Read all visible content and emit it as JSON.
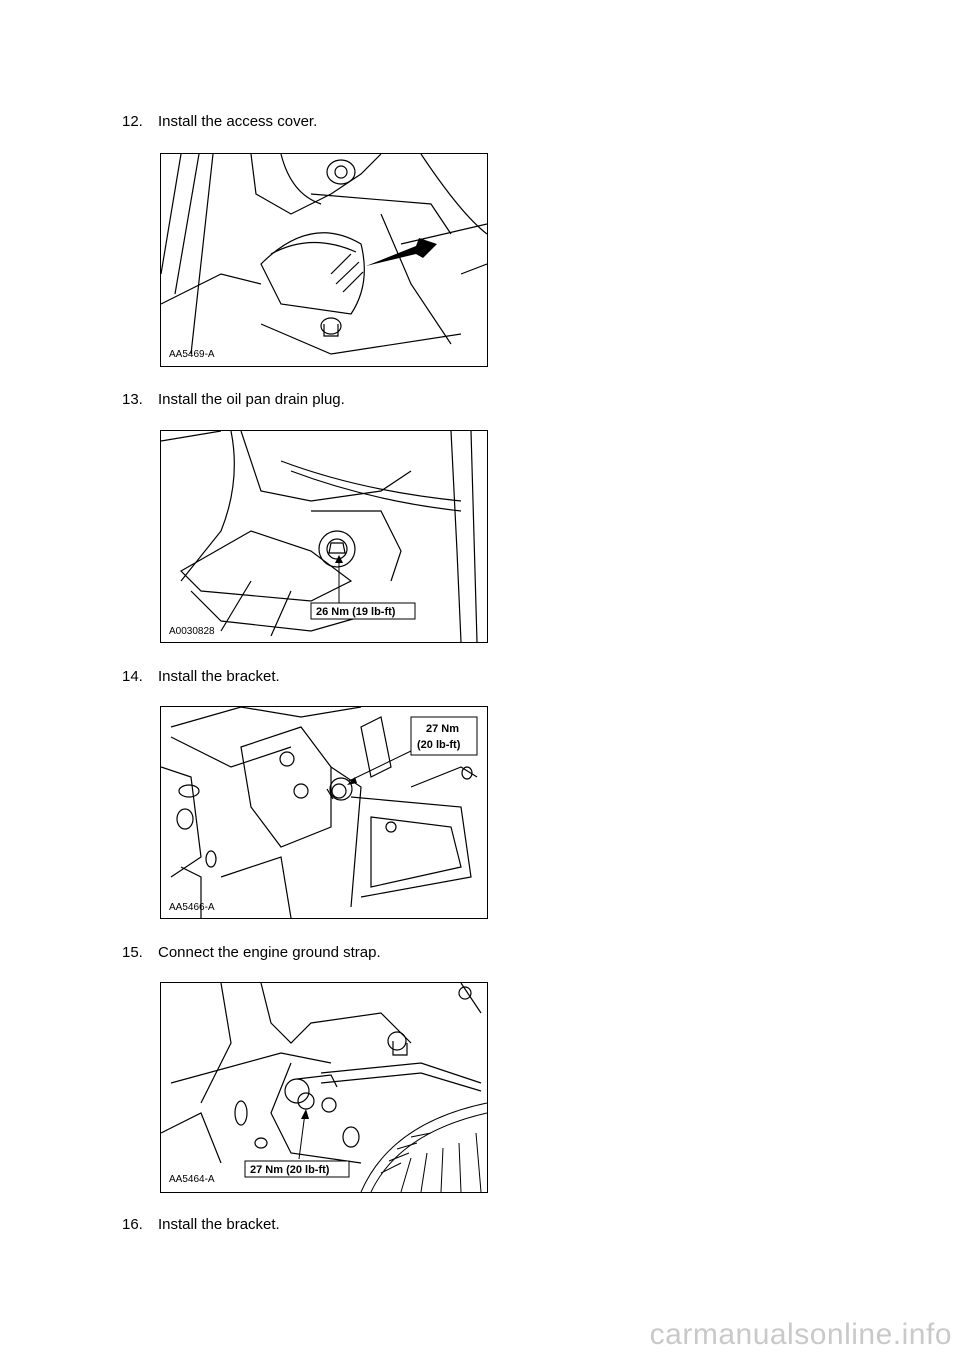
{
  "steps": [
    {
      "number": "12.",
      "text": "Install the access cover.",
      "figure_id": "AA5469-A",
      "callouts": []
    },
    {
      "number": "13.",
      "text": "Install the oil pan drain plug.",
      "figure_id": "A0030828",
      "callouts": [
        "26 Nm (19 lb-ft)"
      ]
    },
    {
      "number": "14.",
      "text": "Install the bracket.",
      "figure_id": "AA5466-A",
      "callouts": [
        "27 Nm",
        "(20 lb-ft)"
      ]
    },
    {
      "number": "15.",
      "text": "Connect the engine ground strap.",
      "figure_id": "AA5464-A",
      "callouts": [
        "27 Nm (20 lb-ft)"
      ]
    },
    {
      "number": "16.",
      "text": "Install the bracket.",
      "figure_id": "",
      "callouts": []
    }
  ],
  "watermark": "carmanualsonline.info"
}
